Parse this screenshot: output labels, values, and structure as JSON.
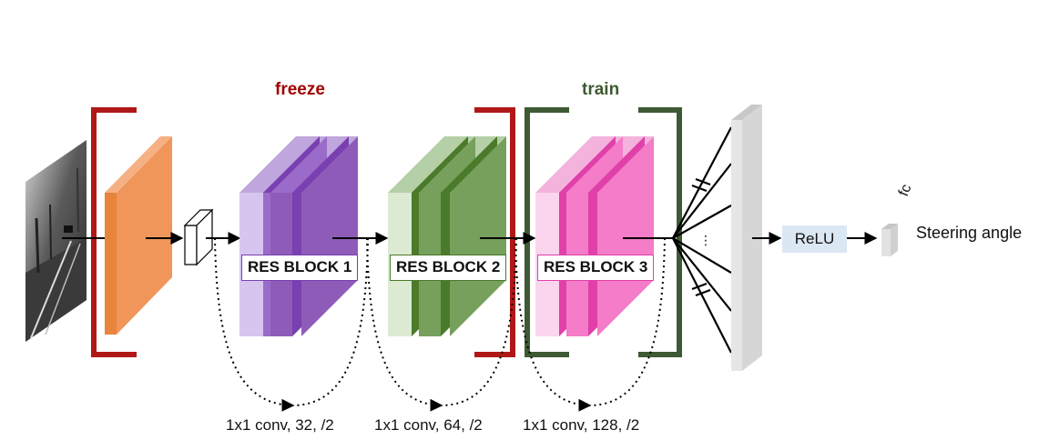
{
  "labels": {
    "freeze": "freeze",
    "train": "train",
    "res_block_1": "RES BLOCK 1",
    "res_block_2": "RES BLOCK 2",
    "res_block_3": "RES BLOCK 3",
    "shortcut_1": "1x1 conv, 32, /2",
    "shortcut_2": "1x1 conv, 64, /2",
    "shortcut_3": "1x1 conv, 128, /2",
    "relu": "ReLU",
    "fc": "fc",
    "output": "Steering angle",
    "ellipsis": "⋮"
  },
  "colors": {
    "freeze_bracket": "#b01818",
    "train_bracket": "#3e5a34",
    "conv_orange": "#f0965a",
    "res1_purple": "#8e5cb8",
    "res2_green": "#76a05c",
    "res3_pink": "#f47cc8",
    "fc_layer": "#dcdcdc",
    "relu_bg": "#dbe7f3"
  },
  "icons": {
    "input_image": "road-scene-image",
    "pool": "pooling-cube-icon"
  }
}
